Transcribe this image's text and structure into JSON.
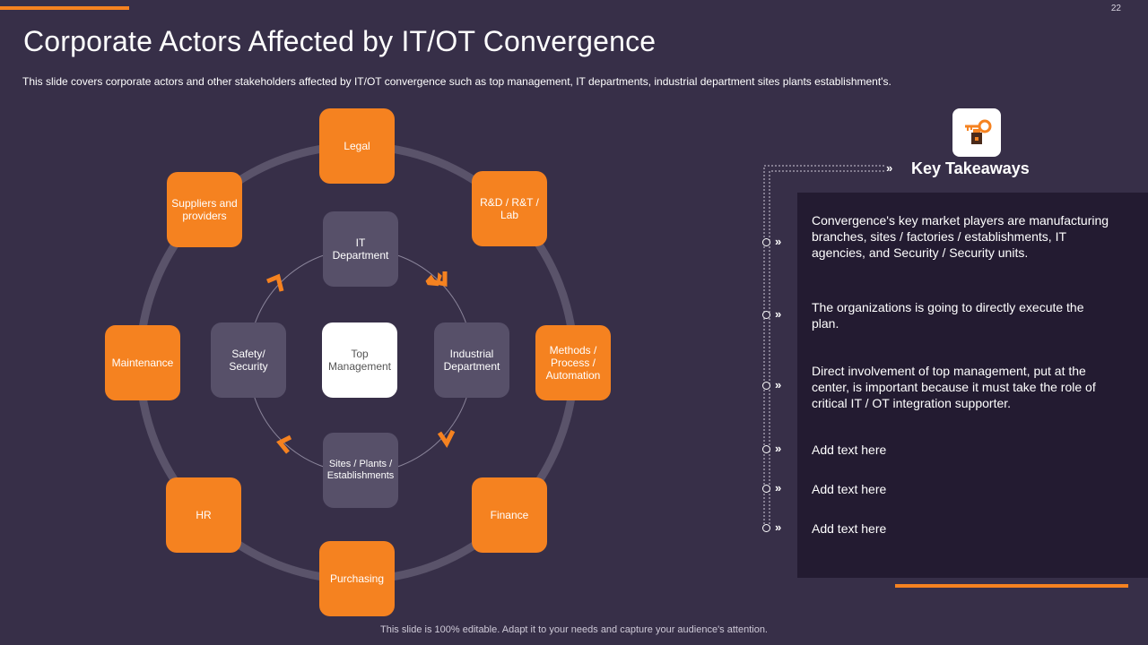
{
  "page_number": "22",
  "title": "Corporate Actors Affected by IT/OT Convergence",
  "subtitle": "This slide covers corporate actors and other stakeholders affected by IT/OT convergence  such as top management, IT departments, industrial department sites plants establishment's.",
  "footer": "This slide is 100% editable. Adapt it to your needs and capture your audience's attention.",
  "outer_actors": {
    "legal": "Legal",
    "rnd": "R&D / R&T / Lab",
    "methods": "Methods / Process / Automation",
    "finance": "Finance",
    "purchasing": "Purchasing",
    "hr": "HR",
    "maintenance": "Maintenance",
    "suppliers": "Suppliers and providers"
  },
  "inner_actors": {
    "it": "IT Department",
    "industrial": "Industrial Department",
    "sites": "Sites / Plants / Establishments",
    "safety": "Safety/ Security",
    "center": "Top Management"
  },
  "key_takeaways": {
    "heading": "Key Takeaways",
    "chevrons": "»",
    "items": [
      "Convergence's key market players are manufacturing branches, sites / factories / establishments, IT agencies, and Security / Security units.",
      "The organizations is going to directly execute the plan.",
      "Direct involvement of top management, put at the center, is important because it must take the role of critical IT / OT integration supporter.",
      "Add text here",
      "Add text here",
      "Add text here"
    ]
  },
  "colors": {
    "background": "#372f48",
    "accent": "#f58220",
    "panel": "#231b31",
    "inner_node": "#575069"
  },
  "icons": [
    "key-lock-icon",
    "chevron-right-icon"
  ]
}
